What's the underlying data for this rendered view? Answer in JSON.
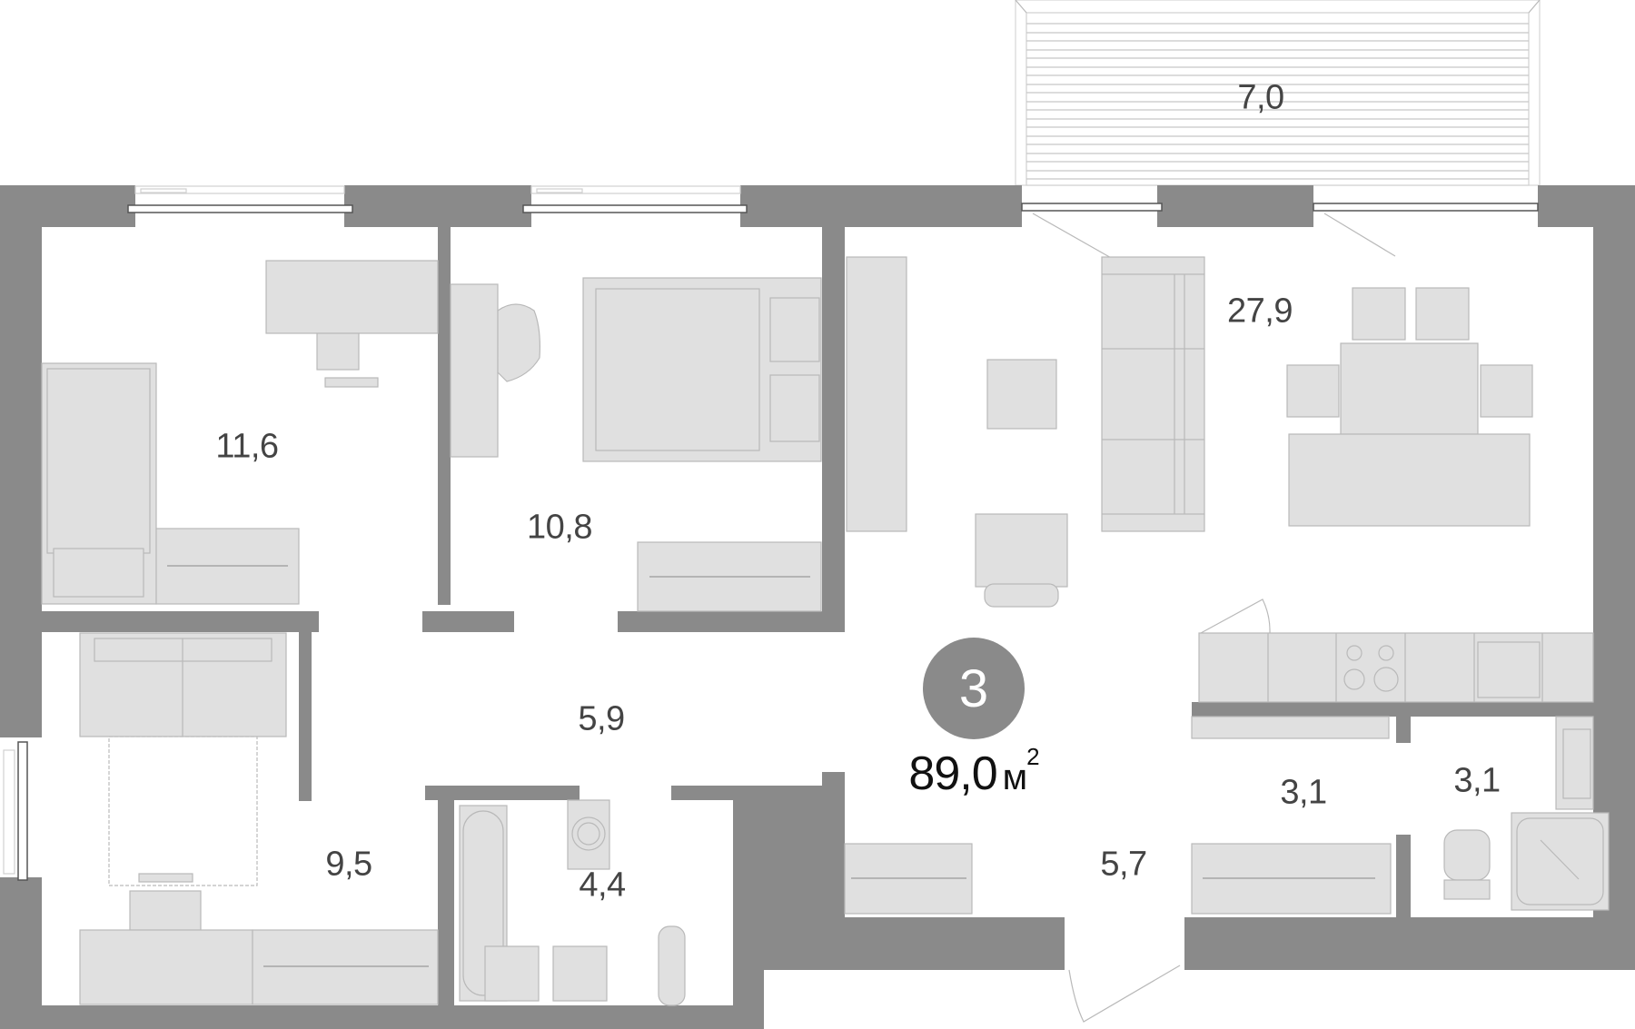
{
  "plan": {
    "apartment_rooms_badge": "3",
    "total_area_value": "89,0",
    "total_area_unit": "м",
    "total_area_exponent": "2",
    "colors": {
      "wall": "#8a8a8a",
      "furniture": "#e0e0e0",
      "label_text": "#444444",
      "total_text": "#111111",
      "badge_text": "#ffffff"
    },
    "rooms": [
      {
        "id": "balcony",
        "area": "7,0"
      },
      {
        "id": "bedroom-1",
        "area": "11,6"
      },
      {
        "id": "bedroom-2",
        "area": "10,8"
      },
      {
        "id": "living-kitchen",
        "area": "27,9"
      },
      {
        "id": "corridor",
        "area": "5,9"
      },
      {
        "id": "bedroom-3",
        "area": "9,5"
      },
      {
        "id": "bathroom",
        "area": "4,4"
      },
      {
        "id": "entrance-hall",
        "area": "5,7"
      },
      {
        "id": "storage",
        "area": "3,1"
      },
      {
        "id": "shower-room",
        "area": "3,1"
      }
    ]
  }
}
